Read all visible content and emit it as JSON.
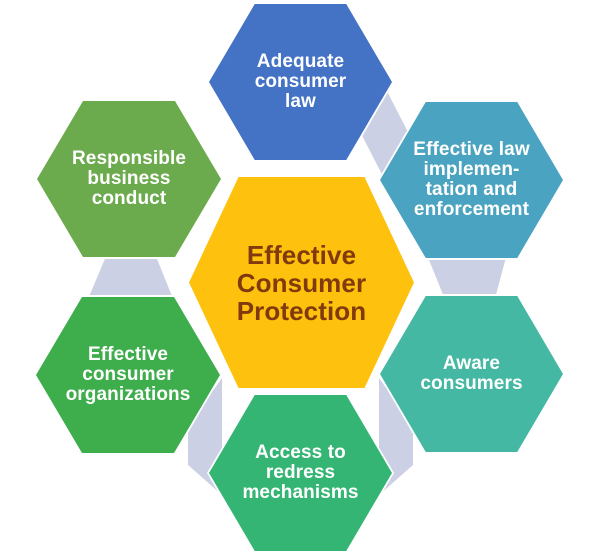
{
  "diagram": {
    "background_color": "#ffffff",
    "border_color": "#ffffff",
    "connector_color": "#cbd0e4",
    "center_node": {
      "label": "Effective\nConsumer\nProtection",
      "fill_color": "#fec10d",
      "text_color": "#803a0d"
    },
    "nodes": [
      {
        "id": "adequate-consumer-law",
        "label": "Adequate\nconsumer\nlaw",
        "fill_color": "#4472c4",
        "text_color": "#ffffff"
      },
      {
        "id": "effective-law-implementation",
        "label": "Effective law\nimplemen-\ntation and\nenforcement",
        "fill_color": "#4aa3c0",
        "text_color": "#ffffff"
      },
      {
        "id": "aware-consumers",
        "label": "Aware\nconsumers",
        "fill_color": "#44b8a2",
        "text_color": "#ffffff"
      },
      {
        "id": "access-to-redress-mechanisms",
        "label": "Access to\nredress\nmechanisms",
        "fill_color": "#35b574",
        "text_color": "#ffffff"
      },
      {
        "id": "effective-consumer-organizations",
        "label": "Effective\nconsumer\norganizations",
        "fill_color": "#3ead4b",
        "text_color": "#ffffff"
      },
      {
        "id": "responsible-business-conduct",
        "label": "Responsible\nbusiness\nconduct",
        "fill_color": "#6cab4d",
        "text_color": "#ffffff"
      }
    ]
  }
}
